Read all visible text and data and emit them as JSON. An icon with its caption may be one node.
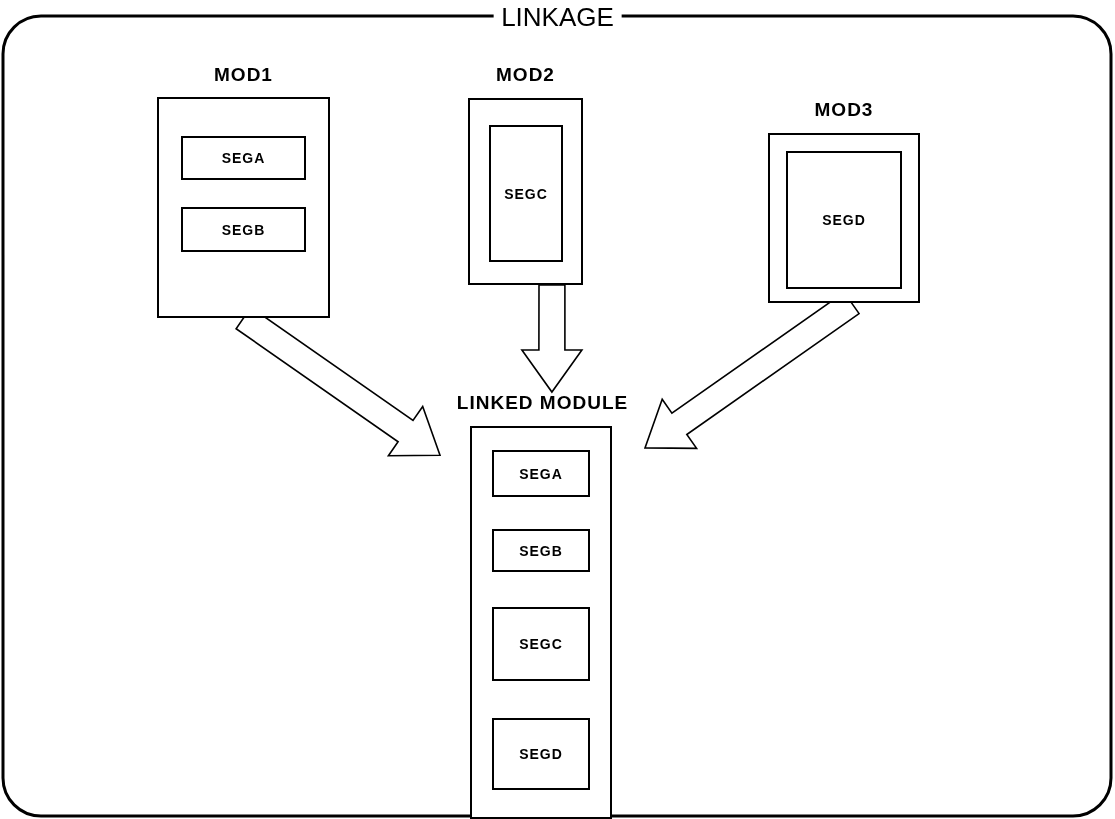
{
  "diagram": {
    "title": "LINKAGE",
    "nodes": [
      {
        "text": [
          "MOD1"
        ]
      },
      {
        "text": [
          "SEGA"
        ],
        "in": 0
      },
      {
        "text": [
          "SEGB"
        ],
        "in": 0
      },
      {
        "text": [
          "MOD2"
        ]
      },
      {
        "text": [
          "SEGC"
        ],
        "in": 3
      },
      {
        "text": [
          "MOD3"
        ]
      },
      {
        "text": [
          "SEGD"
        ],
        "in": 5
      },
      {
        "text": [
          "LINKED MODULE"
        ]
      },
      {
        "text": [
          "SEGA"
        ],
        "in": 7
      },
      {
        "text": [
          "SEGB"
        ],
        "in": 7
      },
      {
        "text": [
          "SEGC"
        ],
        "in": 7
      },
      {
        "text": [
          "SEGD"
        ],
        "in": 7
      }
    ],
    "edges": [
      {
        "from": 0,
        "to": 7,
        "arrow": "to"
      },
      {
        "from": 3,
        "to": 7,
        "arrow": "to"
      },
      {
        "from": 5,
        "to": 7,
        "arrow": "to"
      }
    ]
  }
}
